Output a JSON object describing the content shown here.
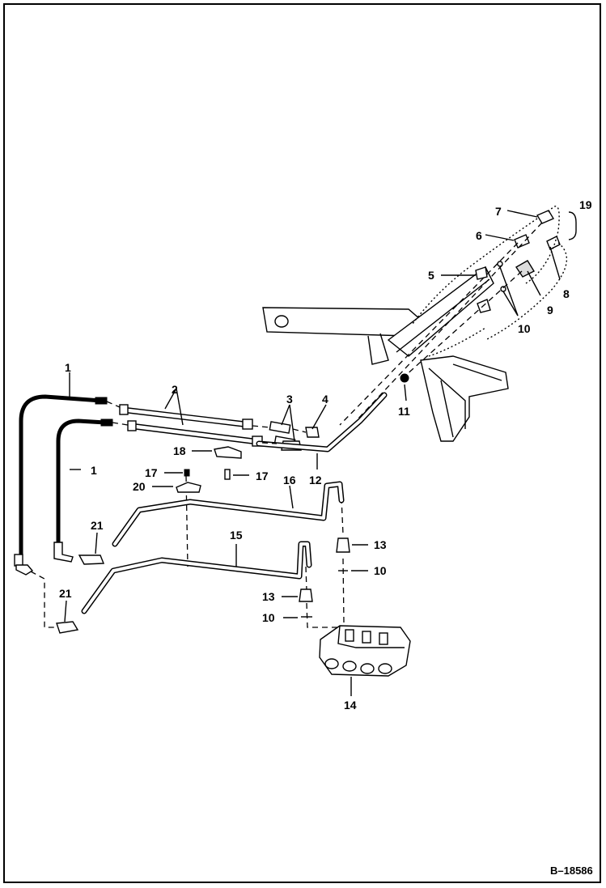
{
  "figure_id": "B–18586",
  "callouts": {
    "c1a": "1",
    "c1b": "1",
    "c2": "2",
    "c3": "3",
    "c4": "4",
    "c5": "5",
    "c6": "6",
    "c7": "7",
    "c8": "8",
    "c9": "9",
    "c10a": "10",
    "c10b": "10",
    "c10c": "10",
    "c11": "11",
    "c12": "12",
    "c13a": "13",
    "c13b": "13",
    "c14": "14",
    "c15": "15",
    "c16": "16",
    "c17a": "17",
    "c17b": "17",
    "c18": "18",
    "c19": "19",
    "c20": "20",
    "c21a": "21",
    "c21b": "21"
  },
  "colors": {
    "ink": "#000000",
    "paper": "#ffffff"
  }
}
